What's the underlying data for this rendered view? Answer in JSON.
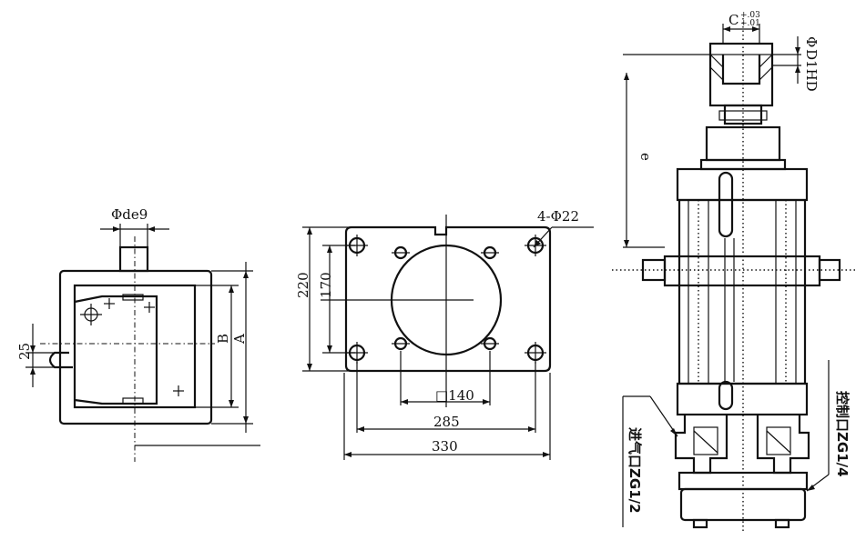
{
  "left_view": {
    "shaft_label": "Φde9",
    "height_25": "25",
    "dim_b": "B",
    "dim_a": "A"
  },
  "middle_view": {
    "holes_label": "4-Φ22",
    "dim_220": "220",
    "dim_170": "170",
    "dim_140": "□140",
    "dim_285": "285",
    "dim_330": "330"
  },
  "right_view": {
    "dim_c": "C",
    "tol_upper": "+.03",
    "tol_lower": "+.01",
    "dim_phi": "Φ",
    "dim_d": "D1HD",
    "dim_e": "e",
    "control_port": "控制口ZG1/4",
    "inlet_port": "进气口ZG1/2"
  }
}
